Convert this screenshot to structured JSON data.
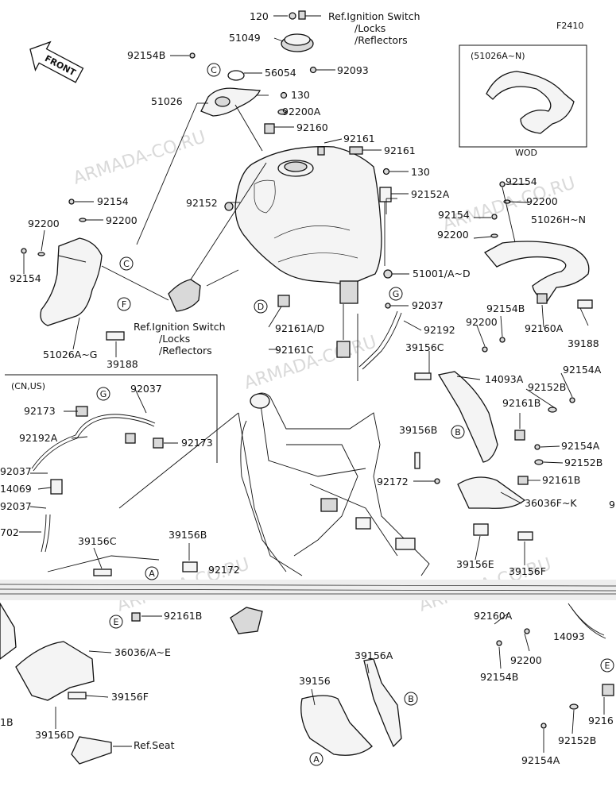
{
  "figure_id": "F2410",
  "front_label": "FRONT",
  "watermark": "ARMADA-CO.RU",
  "boxes": {
    "wod_box": {
      "header": "(51026A~N)",
      "footer": "WOD"
    },
    "cn_us_box": {
      "header": "(CN,US)"
    }
  },
  "ref_notes": {
    "ignition_top": [
      "Ref.Ignition Switch",
      "/Locks",
      "/Reflectors"
    ],
    "ignition_mid": [
      "Ref.Ignition Switch",
      "/Locks",
      "/Reflectors"
    ],
    "seat": "Ref.Seat"
  },
  "labels": [
    "120",
    "51049",
    "92093",
    "92154B",
    "56054",
    "51026",
    "130",
    "92200A",
    "92160",
    "92161",
    "92161",
    "130",
    "92152A",
    "92152",
    "92154",
    "92200",
    "92200",
    "92154",
    "51026A~G",
    "39188",
    "92161A/D",
    "92161C",
    "51001/A~D",
    "92037",
    "92192",
    "92154",
    "92200",
    "92154",
    "92200",
    "51026H~N",
    "92160A",
    "39188",
    "92154B",
    "92200",
    "39156C",
    "14093A",
    "92154A",
    "92152B",
    "92161B",
    "39156B",
    "92154A",
    "92152B",
    "92161B",
    "92172",
    "36036F~K",
    "39156E",
    "39156F",
    "92037",
    "92173",
    "92192A",
    "92173",
    "92037",
    "14069",
    "92037",
    "702",
    "39156C",
    "39156B",
    "92172",
    "92161B",
    "36036/A~E",
    "39156F",
    "39156D",
    "1B",
    "39156A",
    "39156",
    "92160A",
    "14093",
    "92200",
    "92154B",
    "92152B",
    "92154A",
    "9216",
    "9"
  ],
  "callout_letters": [
    "A",
    "B",
    "C",
    "D",
    "E",
    "F",
    "G"
  ]
}
